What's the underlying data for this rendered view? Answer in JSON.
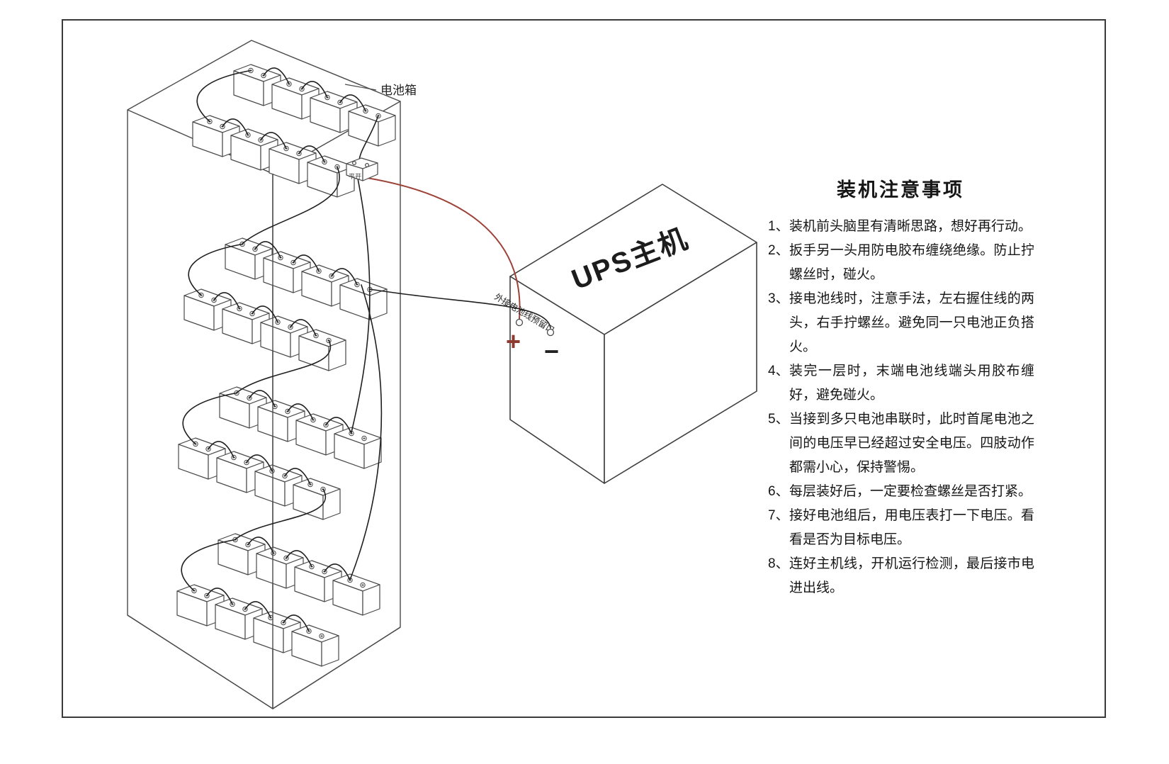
{
  "figure": {
    "background": "#ffffff",
    "border_color": "#3a3a3a"
  },
  "diagram": {
    "battery_box_label": "电池箱",
    "connector_label": "平开",
    "ups_label": "UPS主机",
    "port_label": "外接电池线预留口",
    "plus_symbol": "+",
    "minus_symbol": "−",
    "colors": {
      "line": "#4a4a4a",
      "wire_black": "#1f1f1f",
      "wire_red": "#9d4238",
      "plus_red": "#8d3a30"
    }
  },
  "notes": {
    "title": "装机注意事项",
    "items": [
      {
        "num": "1、",
        "text": "装机前头脑里有清晰思路，想好再行动。"
      },
      {
        "num": "2、",
        "text": "扳手另一头用防电胶布缠绕绝缘。防止拧螺丝时，碰火。"
      },
      {
        "num": "3、",
        "text": "接电池线时，注意手法，左右握住线的两头，右手拧螺丝。避免同一只电池正负搭火。"
      },
      {
        "num": "4、",
        "text": "装完一层时，末端电池线端头用胶布缠好，避免碰火。"
      },
      {
        "num": "5、",
        "text": "当接到多只电池串联时，此时首尾电池之间的电压早已经超过安全电压。四肢动作都需小心，保持警惕。"
      },
      {
        "num": "6、",
        "text": "每层装好后，一定要检查螺丝是否打紧。"
      },
      {
        "num": "7、",
        "text": "接好电池组后，用电压表打一下电压。看看是否为目标电压。"
      },
      {
        "num": "8、",
        "text": "连好主机线，开机运行检测，最后接市电进出线。"
      }
    ]
  }
}
